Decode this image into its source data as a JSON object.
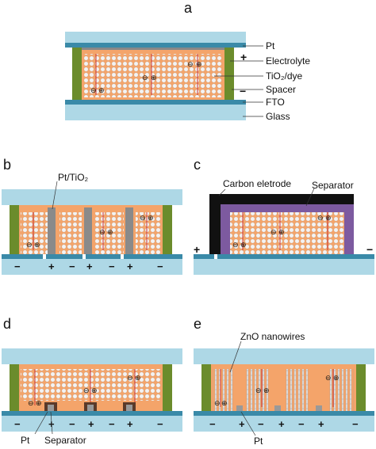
{
  "colors": {
    "glass": "#aed8e6",
    "fto": "#3a8aa8",
    "spacer": "#6b8c2c",
    "electrolyte": "#f4a46a",
    "dye_particle": "#f2f2f2",
    "pt_layer": "#888888",
    "carbon": "#111111",
    "separator": "#7d5aa0",
    "pt_tio2": "#8a8a8a",
    "zno": "#b8b8b8",
    "charge": "#cc3333"
  },
  "panels": {
    "a": {
      "letter": "a",
      "labels": [
        "Pt",
        "Electrolyte",
        "TiO₂/dye",
        "Spacer",
        "FTO",
        "Glass"
      ],
      "plus": "+",
      "minus": "−",
      "charge_e": "⊖",
      "charge_h": "⊕"
    },
    "b": {
      "letter": "b",
      "label_top": "Pt/TiO₂",
      "signs": [
        "−",
        "+",
        "−",
        "+",
        "−",
        "+",
        "−"
      ]
    },
    "c": {
      "letter": "c",
      "label_carbon": "Carbon eletrode",
      "label_separator": "Separator",
      "plus": "+",
      "minus": "−"
    },
    "d": {
      "letter": "d",
      "label_pt": "Pt",
      "label_separator": "Separator",
      "signs": [
        "−",
        "+",
        "−",
        "+",
        "−",
        "+",
        "−"
      ]
    },
    "e": {
      "letter": "e",
      "label_top": "ZnO nanowires",
      "label_pt": "Pt",
      "signs": [
        "−",
        "+",
        "−",
        "+",
        "−",
        "+",
        "−"
      ]
    }
  }
}
